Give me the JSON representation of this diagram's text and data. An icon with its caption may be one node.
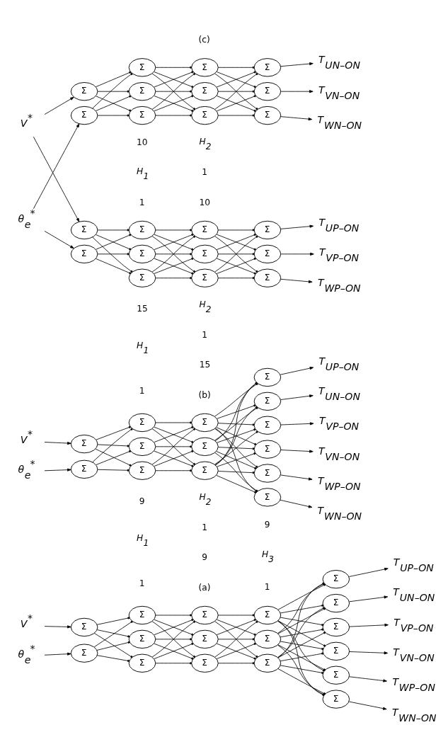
{
  "diagram": {
    "nodes": [
      {
        "text": [
          "V$^{*}$"
        ]
      },
      {
        "text": [
          "θ$_{e}$$^{*}$"
        ]
      },
      {
        "text": [
          "Σ"
        ]
      },
      {
        "text": [
          "Σ"
        ]
      },
      {
        "text": [
          "Σ"
        ]
      },
      {
        "text": [
          "Σ"
        ]
      },
      {
        "text": [
          "Σ"
        ]
      },
      {
        "text": [
          "Σ"
        ]
      },
      {
        "text": [
          "Σ"
        ]
      },
      {
        "text": [
          "Σ"
        ]
      },
      {
        "text": [
          "Σ"
        ]
      },
      {
        "text": [
          "Σ"
        ]
      },
      {
        "text": [
          "Σ"
        ]
      },
      {
        "text": [
          "Σ"
        ]
      },
      {
        "text": [
          "Σ"
        ]
      },
      {
        "text": [
          "Σ"
        ]
      },
      {
        "text": [
          "Σ"
        ]
      },
      {
        "text": [
          "Σ"
        ]
      },
      {
        "text": [
          "Σ"
        ]
      },
      {
        "text": [
          "T$_{UP–ON}$"
        ]
      },
      {
        "text": [
          "T$_{UN–ON}$"
        ]
      },
      {
        "text": [
          "T$_{VP–ON}$"
        ]
      },
      {
        "text": [
          "T$_{VN–ON}$"
        ]
      },
      {
        "text": [
          "T$_{WP–ON}$"
        ]
      },
      {
        "text": [
          "T$_{WN–ON}$"
        ]
      },
      {
        "text": [
          "V$^{*}$"
        ]
      },
      {
        "text": [
          "θ$_{e}$$^{*}$"
        ]
      },
      {
        "text": [
          "Σ"
        ]
      },
      {
        "text": [
          "Σ"
        ]
      },
      {
        "text": [
          "Σ"
        ]
      },
      {
        "text": [
          "Σ"
        ]
      },
      {
        "text": [
          "Σ"
        ]
      },
      {
        "text": [
          "Σ"
        ]
      },
      {
        "text": [
          "Σ"
        ]
      },
      {
        "text": [
          "Σ"
        ]
      },
      {
        "text": [
          "Σ"
        ]
      },
      {
        "text": [
          "Σ"
        ]
      },
      {
        "text": [
          "Σ"
        ]
      },
      {
        "text": [
          "Σ"
        ]
      },
      {
        "text": [
          "Σ"
        ]
      },
      {
        "text": [
          "Σ"
        ]
      },
      {
        "text": [
          "T$_{UP–ON}$"
        ]
      },
      {
        "text": [
          "T$_{UN–ON}$"
        ]
      },
      {
        "text": [
          "T$_{VP–ON}$"
        ]
      },
      {
        "text": [
          "T$_{VN–ON}$"
        ]
      },
      {
        "text": [
          "T$_{WP–ON}$"
        ]
      },
      {
        "text": [
          "T$_{WN–ON}$"
        ]
      },
      {
        "text": [
          "V$^{*}$"
        ]
      },
      {
        "text": [
          "θ$_{e}$$^{*}$"
        ]
      },
      {
        "text": [
          "Σ"
        ]
      },
      {
        "text": [
          "Σ"
        ]
      },
      {
        "text": [
          "Σ"
        ]
      },
      {
        "text": [
          "Σ"
        ]
      },
      {
        "text": [
          "Σ"
        ]
      },
      {
        "text": [
          "Σ"
        ]
      },
      {
        "text": [
          "Σ"
        ]
      },
      {
        "text": [
          "Σ"
        ]
      },
      {
        "text": [
          "Σ"
        ]
      },
      {
        "text": [
          "Σ"
        ]
      },
      {
        "text": [
          "Σ"
        ]
      },
      {
        "text": [
          "T$_{UP–ON}$"
        ]
      },
      {
        "text": [
          "T$_{VP–ON}$"
        ]
      },
      {
        "text": [
          "T$_{WP–ON}$"
        ]
      },
      {
        "text": [
          "Σ"
        ]
      },
      {
        "text": [
          "Σ"
        ]
      },
      {
        "text": [
          "Σ"
        ]
      },
      {
        "text": [
          "Σ"
        ]
      },
      {
        "text": [
          "Σ"
        ]
      },
      {
        "text": [
          "Σ"
        ]
      },
      {
        "text": [
          "Σ"
        ]
      },
      {
        "text": [
          "Σ"
        ]
      },
      {
        "text": [
          "Σ"
        ]
      },
      {
        "text": [
          "Σ"
        ]
      },
      {
        "text": [
          "Σ"
        ]
      },
      {
        "text": [
          "T$_{UN–ON}$"
        ]
      },
      {
        "text": [
          "T$_{VN–ON}$"
        ]
      },
      {
        "text": [
          "T$_{WN–ON}$"
        ]
      }
    ],
    "edges": [
      {
        "from": 0,
        "to": 2,
        "arrow": "to"
      },
      {
        "from": 1,
        "to": 3,
        "arrow": "to"
      },
      {
        "from": 2,
        "to": 4,
        "arrow": "other"
      },
      {
        "from": 2,
        "to": 5,
        "arrow": "other"
      },
      {
        "from": 2,
        "to": 6,
        "arrow": "other"
      },
      {
        "from": 3,
        "to": 4,
        "arrow": "other"
      },
      {
        "from": 3,
        "to": 5,
        "arrow": "other"
      },
      {
        "from": 3,
        "to": 6,
        "arrow": "other"
      },
      {
        "from": 4,
        "to": 7,
        "arrow": "other"
      },
      {
        "from": 4,
        "to": 8,
        "arrow": "other"
      },
      {
        "from": 4,
        "to": 9,
        "arrow": "other"
      },
      {
        "from": 5,
        "to": 7,
        "arrow": "other"
      },
      {
        "from": 5,
        "to": 8,
        "arrow": "other"
      },
      {
        "from": 5,
        "to": 9,
        "arrow": "other"
      },
      {
        "from": 6,
        "to": 7,
        "arrow": "other"
      },
      {
        "from": 6,
        "to": 8,
        "arrow": "other"
      },
      {
        "from": 6,
        "to": 9,
        "arrow": "other"
      },
      {
        "from": 7,
        "to": 10,
        "arrow": "other"
      },
      {
        "from": 7,
        "to": 11,
        "arrow": "other"
      },
      {
        "from": 7,
        "to": 12,
        "arrow": "other"
      },
      {
        "from": 8,
        "to": 10,
        "arrow": "other"
      },
      {
        "from": 8,
        "to": 11,
        "arrow": "other"
      },
      {
        "from": 8,
        "to": 12,
        "arrow": "other"
      },
      {
        "from": 9,
        "to": 10,
        "arrow": "other"
      },
      {
        "from": 9,
        "to": 11,
        "arrow": "other"
      },
      {
        "from": 9,
        "to": 12,
        "arrow": "other"
      },
      {
        "from": 10,
        "to": 13,
        "arrow": "other"
      },
      {
        "from": 10,
        "to": 14,
        "arrow": "other"
      },
      {
        "from": 10,
        "to": 15,
        "arrow": "other"
      },
      {
        "from": 10,
        "to": 16,
        "arrow": "other"
      },
      {
        "from": 10,
        "to": 17,
        "arrow": "other"
      },
      {
        "from": 10,
        "to": 18,
        "arrow": "other"
      },
      {
        "from": 11,
        "to": 13,
        "arrow": "other"
      },
      {
        "from": 11,
        "to": 14,
        "arrow": "other"
      },
      {
        "from": 11,
        "to": 15,
        "arrow": "other"
      },
      {
        "from": 11,
        "to": 16,
        "arrow": "other"
      },
      {
        "from": 11,
        "to": 17,
        "arrow": "other"
      },
      {
        "from": 11,
        "to": 18,
        "arrow": "other"
      },
      {
        "from": 12,
        "to": 13,
        "arrow": "other"
      },
      {
        "from": 12,
        "to": 14,
        "arrow": "other"
      },
      {
        "from": 12,
        "to": 15,
        "arrow": "other"
      },
      {
        "from": 12,
        "to": 16,
        "arrow": "other"
      },
      {
        "from": 12,
        "to": 17,
        "arrow": "other"
      },
      {
        "from": 12,
        "to": 18,
        "arrow": "other"
      },
      {
        "from": 13,
        "to": 19,
        "arrow": "to"
      },
      {
        "from": 14,
        "to": 20,
        "arrow": "to"
      },
      {
        "from": 15,
        "to": 21,
        "arrow": "to"
      },
      {
        "from": 16,
        "to": 22,
        "arrow": "to"
      },
      {
        "from": 17,
        "to": 23,
        "arrow": "to"
      },
      {
        "from": 18,
        "to": 24,
        "arrow": "to"
      },
      {
        "from": 25,
        "to": 27,
        "arrow": "to"
      },
      {
        "from": 26,
        "to": 28,
        "arrow": "to"
      },
      {
        "from": 27,
        "to": 29,
        "arrow": "other"
      },
      {
        "from": 27,
        "to": 30,
        "arrow": "other"
      },
      {
        "from": 27,
        "to": 31,
        "arrow": "other"
      },
      {
        "from": 28,
        "to": 29,
        "arrow": "other"
      },
      {
        "from": 28,
        "to": 30,
        "arrow": "other"
      },
      {
        "from": 28,
        "to": 31,
        "arrow": "other"
      },
      {
        "from": 29,
        "to": 32,
        "arrow": "other"
      },
      {
        "from": 29,
        "to": 33,
        "arrow": "other"
      },
      {
        "from": 29,
        "to": 34,
        "arrow": "other"
      },
      {
        "from": 30,
        "to": 32,
        "arrow": "other"
      },
      {
        "from": 30,
        "to": 33,
        "arrow": "other"
      },
      {
        "from": 30,
        "to": 34,
        "arrow": "other"
      },
      {
        "from": 31,
        "to": 32,
        "arrow": "other"
      },
      {
        "from": 31,
        "to": 33,
        "arrow": "other"
      },
      {
        "from": 31,
        "to": 34,
        "arrow": "other"
      },
      {
        "from": 32,
        "to": 35,
        "arrow": "other"
      },
      {
        "from": 32,
        "to": 36,
        "arrow": "other"
      },
      {
        "from": 32,
        "to": 37,
        "arrow": "other"
      },
      {
        "from": 32,
        "to": 38,
        "arrow": "other"
      },
      {
        "from": 32,
        "to": 39,
        "arrow": "other"
      },
      {
        "from": 32,
        "to": 40,
        "arrow": "other"
      },
      {
        "from": 33,
        "to": 35,
        "arrow": "other"
      },
      {
        "from": 33,
        "to": 36,
        "arrow": "other"
      },
      {
        "from": 33,
        "to": 37,
        "arrow": "other"
      },
      {
        "from": 33,
        "to": 38,
        "arrow": "other"
      },
      {
        "from": 33,
        "to": 39,
        "arrow": "other"
      },
      {
        "from": 33,
        "to": 40,
        "arrow": "other"
      },
      {
        "from": 34,
        "to": 35,
        "arrow": "other"
      },
      {
        "from": 34,
        "to": 36,
        "arrow": "other"
      },
      {
        "from": 34,
        "to": 37,
        "arrow": "other"
      },
      {
        "from": 34,
        "to": 38,
        "arrow": "other"
      },
      {
        "from": 34,
        "to": 39,
        "arrow": "other"
      },
      {
        "from": 34,
        "to": 40,
        "arrow": "other"
      },
      {
        "from": 35,
        "to": 41,
        "arrow": "to"
      },
      {
        "from": 36,
        "to": 42,
        "arrow": "to"
      },
      {
        "from": 37,
        "to": 43,
        "arrow": "to"
      },
      {
        "from": 38,
        "to": 44,
        "arrow": "to"
      },
      {
        "from": 39,
        "to": 45,
        "arrow": "to"
      },
      {
        "from": 40,
        "to": 46,
        "arrow": "to"
      },
      {
        "from": 47,
        "to": 49,
        "arrow": "to"
      },
      {
        "from": 47,
        "to": 63,
        "arrow": "to"
      },
      {
        "from": 48,
        "to": 50,
        "arrow": "to"
      },
      {
        "from": 48,
        "to": 64,
        "arrow": "to"
      },
      {
        "from": 49,
        "to": 51,
        "arrow": "other"
      },
      {
        "from": 49,
        "to": 52,
        "arrow": "other"
      },
      {
        "from": 49,
        "to": 53,
        "arrow": "other"
      },
      {
        "from": 50,
        "to": 51,
        "arrow": "other"
      },
      {
        "from": 50,
        "to": 52,
        "arrow": "other"
      },
      {
        "from": 50,
        "to": 53,
        "arrow": "other"
      },
      {
        "from": 51,
        "to": 54,
        "arrow": "other"
      },
      {
        "from": 51,
        "to": 55,
        "arrow": "other"
      },
      {
        "from": 51,
        "to": 56,
        "arrow": "other"
      },
      {
        "from": 52,
        "to": 54,
        "arrow": "other"
      },
      {
        "from": 52,
        "to": 55,
        "arrow": "other"
      },
      {
        "from": 52,
        "to": 56,
        "arrow": "other"
      },
      {
        "from": 53,
        "to": 54,
        "arrow": "other"
      },
      {
        "from": 53,
        "to": 55,
        "arrow": "other"
      },
      {
        "from": 53,
        "to": 56,
        "arrow": "other"
      },
      {
        "from": 54,
        "to": 57,
        "arrow": "other"
      },
      {
        "from": 54,
        "to": 58,
        "arrow": "other"
      },
      {
        "from": 54,
        "to": 59,
        "arrow": "other"
      },
      {
        "from": 55,
        "to": 57,
        "arrow": "other"
      },
      {
        "from": 55,
        "to": 58,
        "arrow": "other"
      },
      {
        "from": 55,
        "to": 59,
        "arrow": "other"
      },
      {
        "from": 56,
        "to": 57,
        "arrow": "other"
      },
      {
        "from": 56,
        "to": 58,
        "arrow": "other"
      },
      {
        "from": 56,
        "to": 59,
        "arrow": "other"
      },
      {
        "from": 57,
        "to": 60,
        "arrow": "to"
      },
      {
        "from": 58,
        "to": 61,
        "arrow": "to"
      },
      {
        "from": 59,
        "to": 62,
        "arrow": "to"
      },
      {
        "from": 63,
        "to": 65,
        "arrow": "other"
      },
      {
        "from": 63,
        "to": 66,
        "arrow": "other"
      },
      {
        "from": 63,
        "to": 67,
        "arrow": "other"
      },
      {
        "from": 64,
        "to": 65,
        "arrow": "other"
      },
      {
        "from": 64,
        "to": 66,
        "arrow": "other"
      },
      {
        "from": 64,
        "to": 67,
        "arrow": "other"
      },
      {
        "from": 65,
        "to": 68,
        "arrow": "other"
      },
      {
        "from": 65,
        "to": 69,
        "arrow": "other"
      },
      {
        "from": 65,
        "to": 70,
        "arrow": "other"
      },
      {
        "from": 66,
        "to": 68,
        "arrow": "other"
      },
      {
        "from": 66,
        "to": 69,
        "arrow": "other"
      },
      {
        "from": 66,
        "to": 70,
        "arrow": "other"
      },
      {
        "from": 67,
        "to": 68,
        "arrow": "other"
      },
      {
        "from": 67,
        "to": 69,
        "arrow": "other"
      },
      {
        "from": 67,
        "to": 70,
        "arrow": "other"
      },
      {
        "from": 68,
        "to": 71,
        "arrow": "other"
      },
      {
        "from": 68,
        "to": 72,
        "arrow": "other"
      },
      {
        "from": 68,
        "to": 73,
        "arrow": "other"
      },
      {
        "from": 69,
        "to": 71,
        "arrow": "other"
      },
      {
        "from": 69,
        "to": 72,
        "arrow": "other"
      },
      {
        "from": 69,
        "to": 73,
        "arrow": "other"
      },
      {
        "from": 70,
        "to": 71,
        "arrow": "other"
      },
      {
        "from": 70,
        "to": 72,
        "arrow": "other"
      },
      {
        "from": 70,
        "to": 73,
        "arrow": "other"
      },
      {
        "from": 71,
        "to": 74,
        "arrow": "to"
      },
      {
        "from": 72,
        "to": 75,
        "arrow": "to"
      },
      {
        "from": 73,
        "to": 76,
        "arrow": "to"
      }
    ],
    "labels": [
      "H$_{1}$",
      "H$_{2}$",
      "H$_{3}$",
      "1",
      "1",
      "1",
      "9",
      "9",
      "9",
      "(a)",
      "H$_{1}$",
      "H$_{2}$",
      "1",
      "1",
      "15",
      "15",
      "(b)",
      "H$_{1}$",
      "H$_{2}$",
      "1",
      "1",
      "10",
      "10",
      "(c)"
    ]
  }
}
